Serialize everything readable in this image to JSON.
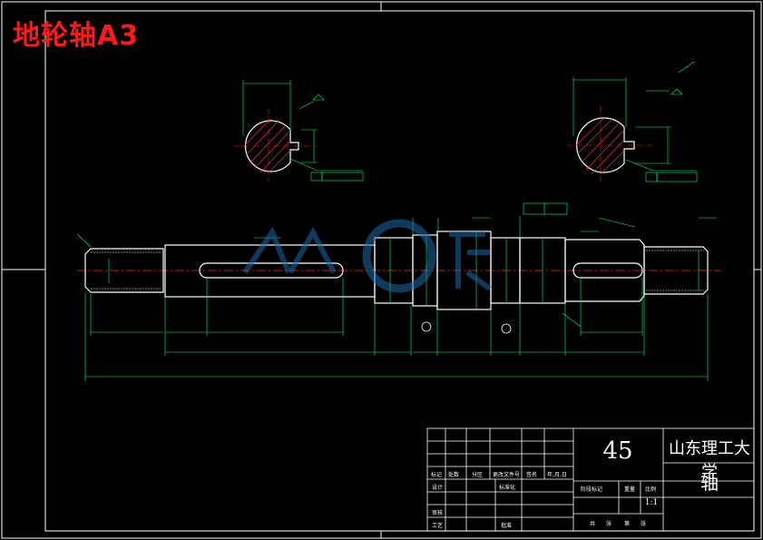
{
  "title": "地轮轴A3",
  "title_block": {
    "material": "45",
    "school": "山东理工大学",
    "part_name": "轴",
    "scale": "1:1",
    "header_labels": [
      "标记",
      "处数",
      "分区",
      "更改文件号",
      "签名",
      "年,月,日"
    ],
    "row_labels": [
      "设计",
      "标准化",
      "审核",
      "工艺",
      "批准"
    ],
    "stage_labels": [
      "阶段标记",
      "重量",
      "比例"
    ],
    "sheet_labels": [
      "共",
      "张",
      "第",
      "张"
    ]
  },
  "colors": {
    "background": "#000000",
    "frame": "#ffffff",
    "dimension": "#00ff66",
    "centerline": "#ff2020",
    "title": "#ff1a1a",
    "annotation": "#ffff00",
    "watermark": "#1e6aa8"
  }
}
